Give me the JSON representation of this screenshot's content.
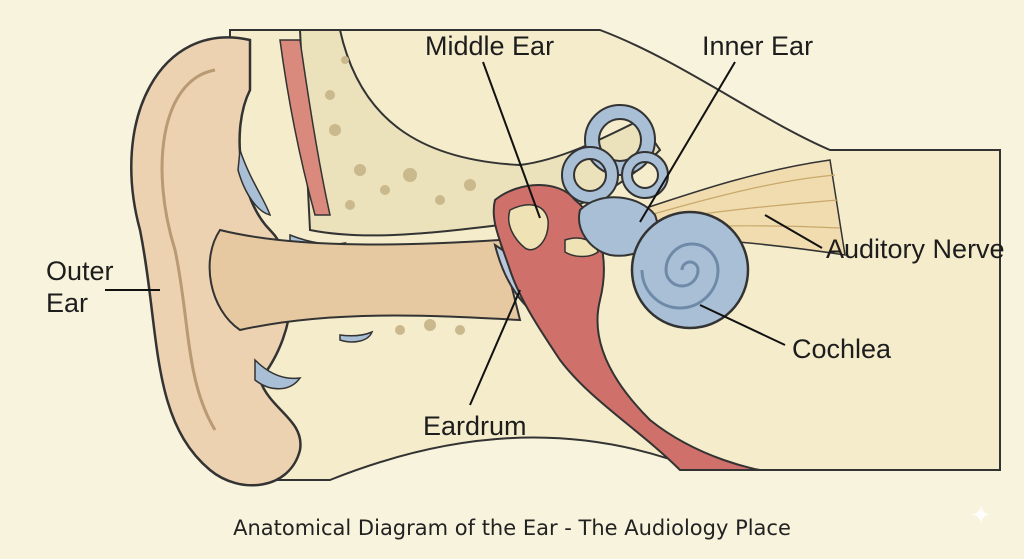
{
  "labels": {
    "middle_ear": "Middle Ear",
    "inner_ear": "Inner Ear",
    "outer_ear_line1": "Outer",
    "outer_ear_line2": "Ear",
    "auditory_nerve": "Auditory Nerve",
    "cochlea": "Cochlea",
    "eardrum": "Eardrum"
  },
  "caption": "Anatomical Diagram of the Ear - The Audiology Place",
  "icons": {
    "corner_mark": "sparkle-icon"
  },
  "colors": {
    "background": "#f8f3dc",
    "skin": "#ecd2b0",
    "bone": "#ebe1bb",
    "ossicles_red": "#cf716a",
    "inner_ear_blue": "#a8bfd6",
    "nerve": "#f0dcae"
  }
}
